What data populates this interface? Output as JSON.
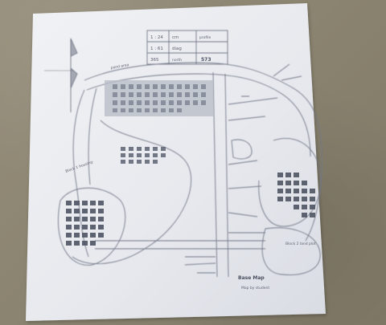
{
  "legend": {
    "rows": [
      {
        "left": "1 : 24",
        "mid": "cm",
        "right": "profile"
      },
      {
        "left": "1 : 61",
        "mid": "diag",
        "right": ""
      },
      {
        "left": "365",
        "mid": "north",
        "right": "573"
      }
    ]
  },
  "labels": {
    "top_area": "pond area",
    "left_area": "Block 1 housing",
    "right_area": "Block 2 land plot",
    "footer_title": "Base Map",
    "footer_sub": "Map by student"
  },
  "colors": {
    "paper": "#e9ebf0",
    "ink": "#5d6270",
    "wall": "#8a8270"
  }
}
